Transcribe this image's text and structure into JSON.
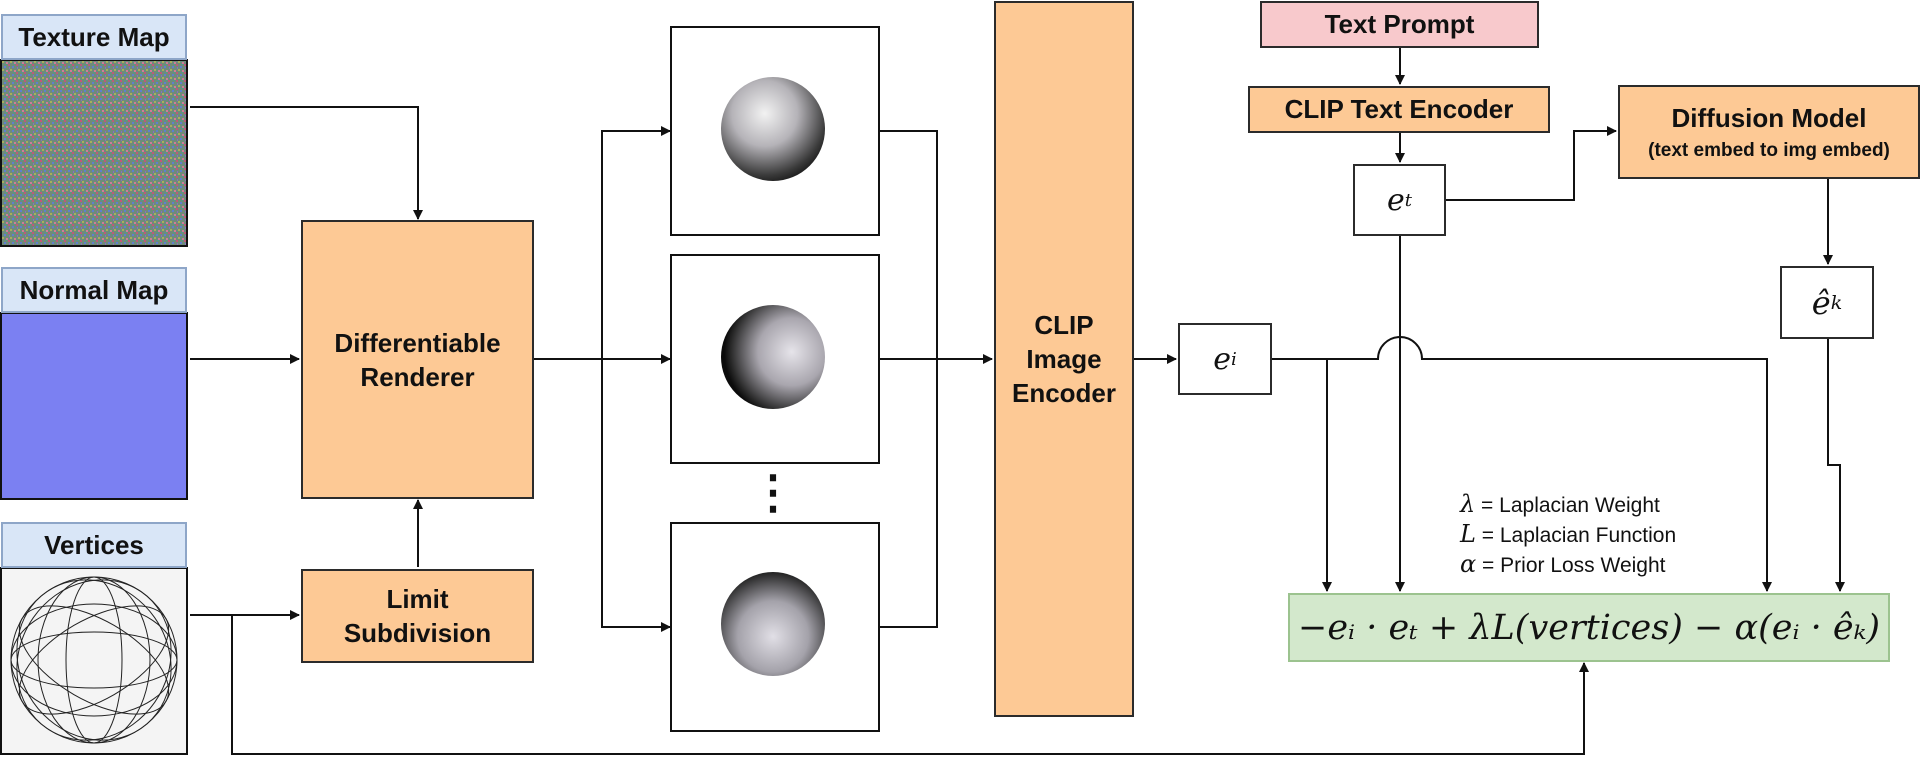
{
  "inputs": {
    "texture_map": "Texture Map",
    "normal_map": "Normal Map",
    "vertices": "Vertices"
  },
  "renderer": "Differentiable Renderer",
  "limit_subdivision": "Limit Subdivision",
  "clip_image_encoder": "CLIP Image Encoder",
  "text_prompt": "Text Prompt",
  "clip_text_encoder": "CLIP Text Encoder",
  "diffusion_model": {
    "title": "Diffusion Model",
    "subtitle": "(text embed to img embed)"
  },
  "embeddings": {
    "e_i": "e",
    "e_i_sub": "i",
    "e_t": "e",
    "e_t_sub": "t",
    "e_k": "ê",
    "e_k_sub": "k"
  },
  "ellipsis": "⋮",
  "legend": [
    {
      "symbol": "λ",
      "text": " = Laplacian Weight"
    },
    {
      "symbol": "L",
      "text": " = Laplacian Function"
    },
    {
      "symbol": "α",
      "text": " = Prior Loss Weight"
    }
  ],
  "loss_formula": "−eᵢ · eₜ + λL(vertices) − α(eᵢ · êₖ)",
  "colors": {
    "encoder_fill": "#fdc995",
    "prompt_fill": "#f8c9cc",
    "input_label_fill": "#d9e6f7",
    "loss_fill": "#d3e8cc",
    "normal_map": "#7b80f2"
  }
}
